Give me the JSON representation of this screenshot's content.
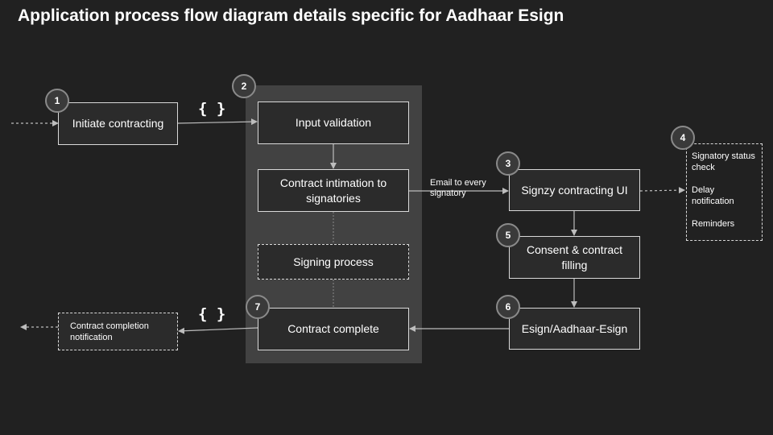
{
  "title": "Application process flow diagram details specific for Aadhaar Esign",
  "nodes": {
    "initiate": "Initiate contracting",
    "input_validation": "Input validation",
    "contract_intimation": "Contract intimation to signatories",
    "signing_process": "Signing process",
    "contract_complete": "Contract complete",
    "signzy_ui": "Signzy contracting UI",
    "consent": "Consent & contract filling",
    "esign": "Esign/Aadhaar-Esign",
    "completion_notification": "Contract completion notification"
  },
  "badges": [
    "1",
    "2",
    "3",
    "4",
    "5",
    "6",
    "7"
  ],
  "braces": "{ }",
  "edge_label": "Email to every signatory",
  "notes": [
    "Signatory status check",
    "Delay notification",
    "Reminders"
  ],
  "colors": {
    "background": "#212121",
    "group": "#424242",
    "box_border": "#d9d9d9",
    "arrow": "#bdbdbd",
    "badge_border": "#8a8a8a"
  }
}
